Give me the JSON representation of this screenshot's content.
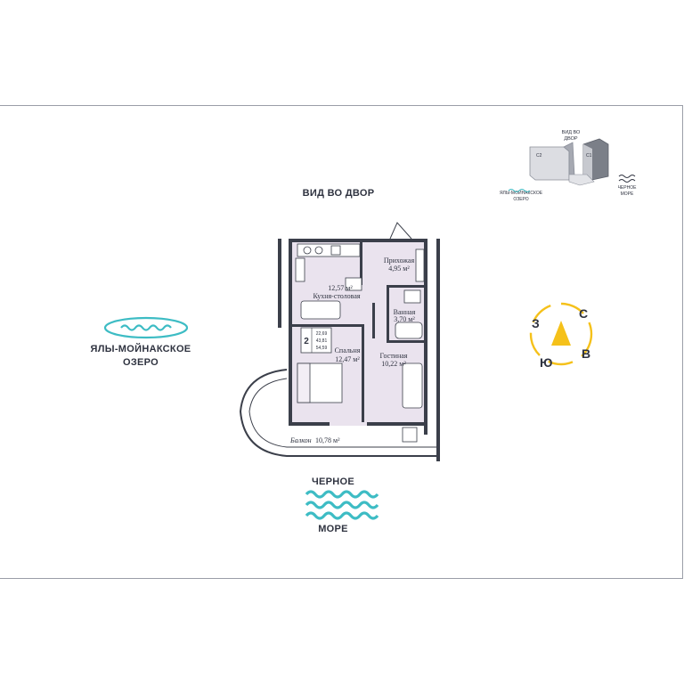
{
  "captions": {
    "yard_view": "ВИД ВО ДВОР",
    "lake_line1": "ЯЛЫ-МОЙНАКСКОЕ",
    "lake_line2": "ОЗЕРО",
    "sea_top": "ЧЕРНОЕ",
    "sea_bottom": "МОРЕ"
  },
  "minimap": {
    "yard": "ВИД ВО\nДВОР",
    "yard_line1": "ВИД ВО",
    "yard_line2": "ДВОР",
    "lake_line1": "ЯЛЫ-МОЙНАКСКОЕ",
    "lake_line2": "ОЗЕРО",
    "sea_line1": "ЧЕРНОЕ",
    "sea_line2": "МОРЕ",
    "block_left": "C2",
    "block_right": "C1"
  },
  "compass": {
    "north": "С",
    "east": "В",
    "south": "Ю",
    "west": "З"
  },
  "rooms": {
    "hall_name": "Прихожая",
    "hall_area": "4,95 м²",
    "kitchen_area": "12,57 м²",
    "kitchen_name": "Кухня-столовая",
    "bath_name": "Ванная",
    "bath_area": "3,70 м²",
    "bedroom_name": "Спальня",
    "bedroom_area": "12,47 м²",
    "living_name": "Гостиная",
    "living_area": "10,22 м²",
    "balcony_name": "Балкон",
    "balcony_area": "10,78 м²"
  },
  "summary": {
    "rooms_count": "2",
    "living_area": "22,69",
    "total_area": "43,81",
    "total_with_balcony": "54,59"
  },
  "colors": {
    "accent_teal": "#3dbcc4",
    "compass_yellow": "#f5c11a",
    "floor_fill": "#eae3ee",
    "wall": "#3b3f4a"
  }
}
